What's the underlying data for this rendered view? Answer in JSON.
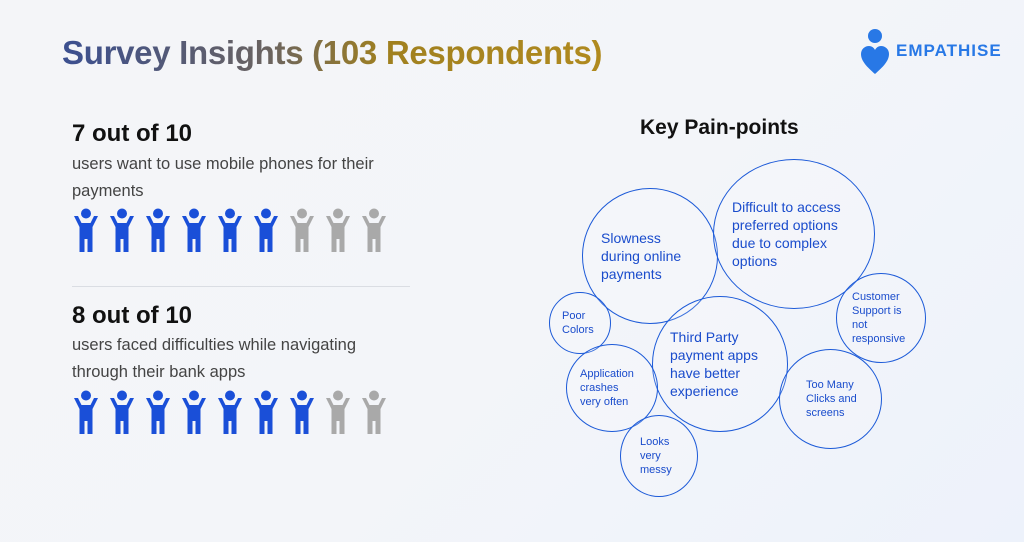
{
  "title": "Survey Insights (103 Respondents)",
  "brand": {
    "name": "EMPATHISE",
    "logo_icon": "empathise-logo-icon",
    "color": "#2878e6"
  },
  "stats": [
    {
      "figure": "7 out of 10",
      "description": "users want to use mobile phones for their payments",
      "highlighted": 6,
      "total": 9
    },
    {
      "figure": "8 out of 10",
      "description": "users faced difficulties while navigating through their bank apps",
      "highlighted": 7,
      "total": 9
    }
  ],
  "pain_points": {
    "title": "Key Pain-points",
    "items": [
      "Slowness\nduring online\npayments",
      "Difficult to access\npreferred options\ndue to complex\noptions",
      "Poor\nColors",
      "Third Party\npayment apps\nhave better\nexperience",
      "Customer\nSupport is\nnot\nresponsive",
      "Application\ncrashes\nvery often",
      "Too Many\nClicks and\nscreens",
      "Looks\nvery\nmessy"
    ]
  },
  "colors": {
    "highlight": "#1a4fd8",
    "muted": "#a9a9a9",
    "circle": "#1c5ad8"
  }
}
